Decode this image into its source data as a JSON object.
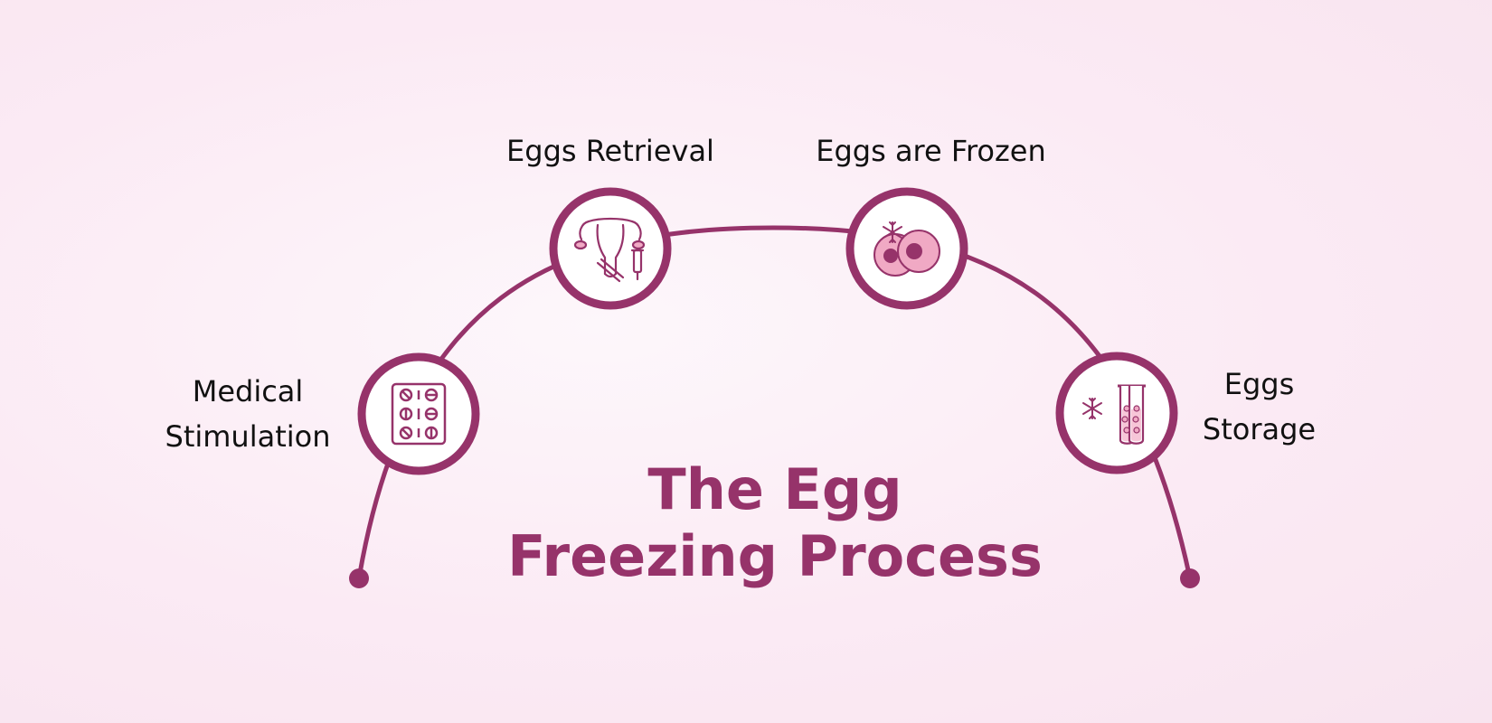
{
  "title": {
    "line1": "The Egg",
    "line2": "Freezing Process"
  },
  "steps": [
    {
      "label_lines": [
        "Medical",
        "Stimulation"
      ],
      "icon": "pill-blister-pack-icon"
    },
    {
      "label_lines": [
        "Eggs Retrieval"
      ],
      "icon": "uterus-syringe-icon"
    },
    {
      "label_lines": [
        "Eggs are Frozen"
      ],
      "icon": "frozen-egg-cells-icon"
    },
    {
      "label_lines": [
        "Eggs",
        "Storage"
      ],
      "icon": "frozen-test-tubes-icon"
    }
  ],
  "colors": {
    "accent": "#96336a",
    "icon_fill": "#f0a9c4",
    "text": "#111111",
    "background": "#fbeaf4"
  }
}
